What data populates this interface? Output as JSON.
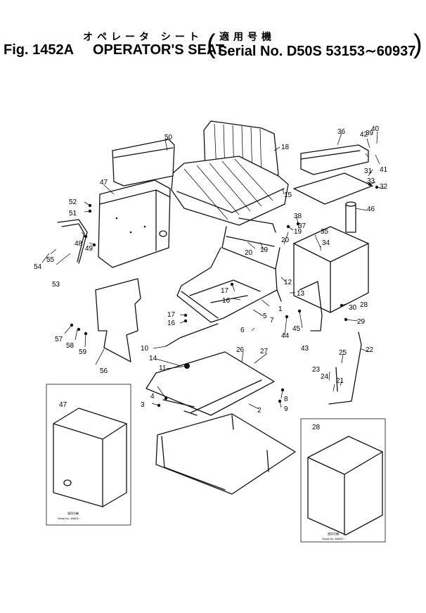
{
  "header": {
    "fig_number": "Fig. 1452A",
    "title_jp": "オペレータ シート",
    "title_en": "OPERATOR'S SEAT",
    "applicability_jp": "適用号機",
    "serial_range": "Serial No. D50S 53153∼60937"
  },
  "callouts": [
    "1",
    "2",
    "3",
    "4",
    "5",
    "6",
    "7",
    "8",
    "9",
    "10",
    "11",
    "12",
    "13",
    "14",
    "15",
    "16",
    "16",
    "17",
    "17",
    "18",
    "19",
    "19",
    "20",
    "20",
    "21",
    "22",
    "23",
    "24",
    "25",
    "26",
    "27",
    "28",
    "28",
    "29",
    "30",
    "31",
    "32",
    "33",
    "34",
    "35",
    "36",
    "37",
    "38",
    "39",
    "40",
    "41",
    "42",
    "43",
    "44",
    "45",
    "46",
    "47",
    "47",
    "48",
    "49",
    "50",
    "51",
    "52",
    "53",
    "54",
    "55",
    "56",
    "57",
    "58",
    "59"
  ],
  "insets": [
    {
      "part": "47",
      "note_jp": "適用号機",
      "note_en": "Serial No. 60601∼"
    },
    {
      "part": "28",
      "note_jp": "適用号機",
      "note_en": "Serial No. 60601∼"
    }
  ]
}
